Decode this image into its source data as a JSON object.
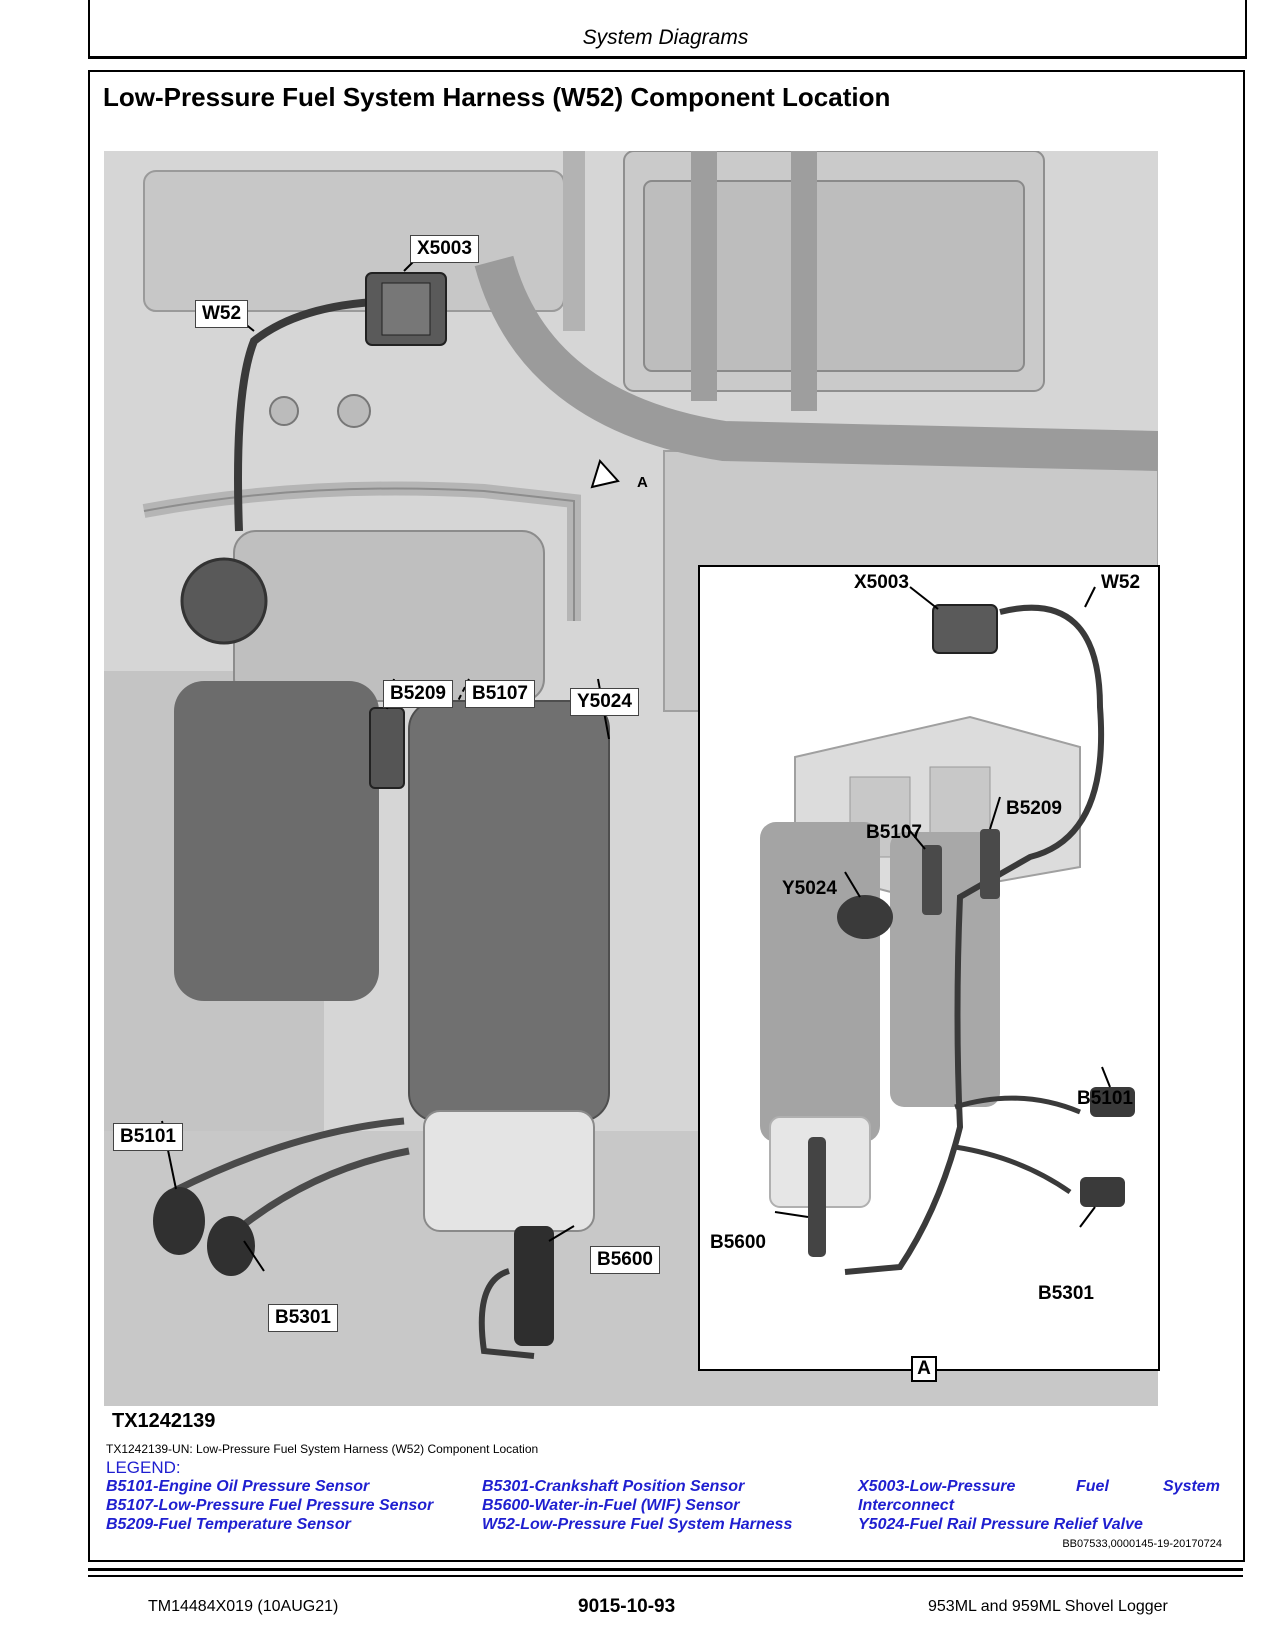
{
  "header": {
    "section_title": "System Diagrams"
  },
  "page_title": "Low-Pressure Fuel System Harness (W52) Component Location",
  "figure": {
    "callouts": {
      "x5003": "X5003",
      "w52": "W52",
      "a_marker": "A",
      "b5209": "B5209",
      "b5107": "B5107",
      "y5024": "Y5024",
      "b5101": "B5101",
      "b5301": "B5301",
      "b5600": "B5600"
    },
    "inset": {
      "x5003": "X5003",
      "w52": "W52",
      "b5209": "B5209",
      "b5107": "B5107",
      "y5024": "Y5024",
      "b5101": "B5101",
      "b5600": "B5600",
      "b5301": "B5301",
      "tag": "A"
    },
    "figure_id": "TX1242139",
    "caption": "TX1242139-UN: Low-Pressure Fuel System Harness (W52) Component Location"
  },
  "legend": {
    "heading": "LEGEND:",
    "col1": [
      "B5101-Engine Oil Pressure Sensor",
      "B5107-Low-Pressure Fuel Pressure Sensor",
      "B5209-Fuel Temperature Sensor"
    ],
    "col2": [
      "B5301-Crankshaft Position Sensor",
      "B5600-Water-in-Fuel (WIF) Sensor",
      "W52-Low-Pressure Fuel System Harness"
    ],
    "col3": [
      "X5003-Low-Pressure",
      "Fuel",
      "System",
      "Interconnect",
      "Y5024-Fuel Rail Pressure Relief Valve"
    ]
  },
  "doc_ref": "BB07533,0000145-19-20170724",
  "footer": {
    "left": "TM14484X019 (10AUG21)",
    "center": "9015-10-93",
    "right": "953ML and 959ML Shovel Logger"
  },
  "colors": {
    "legend_blue": "#1f1fd0",
    "harness": "#3a3a3a",
    "photo_gray": "#d3d3d3"
  }
}
